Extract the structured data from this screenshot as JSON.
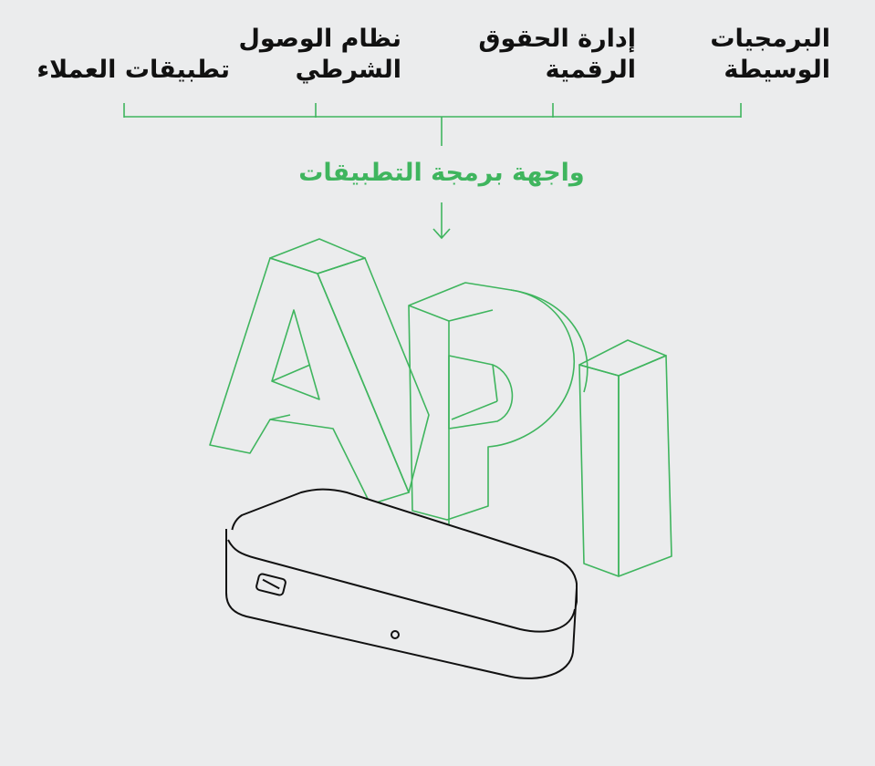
{
  "labels": {
    "middleware": [
      "البرمجيات",
      "الوسيطة"
    ],
    "drm": [
      "إدارة الحقوق",
      "الرقمية"
    ],
    "conditional_access": [
      "نظام الوصول",
      "الشرطي"
    ],
    "client_apps": [
      "تطبيقات العملاء"
    ]
  },
  "api_caption": "واجهة برمجة التطبيقات",
  "colors": {
    "background": "#ebeced",
    "accent": "#3fb55e",
    "ink": "#111111"
  },
  "icons": {
    "letters": "api-letters-3d",
    "device": "set-top-box-icon",
    "port": "usb-port-icon",
    "led": "status-led-icon",
    "arrow": "arrow-down-icon"
  }
}
